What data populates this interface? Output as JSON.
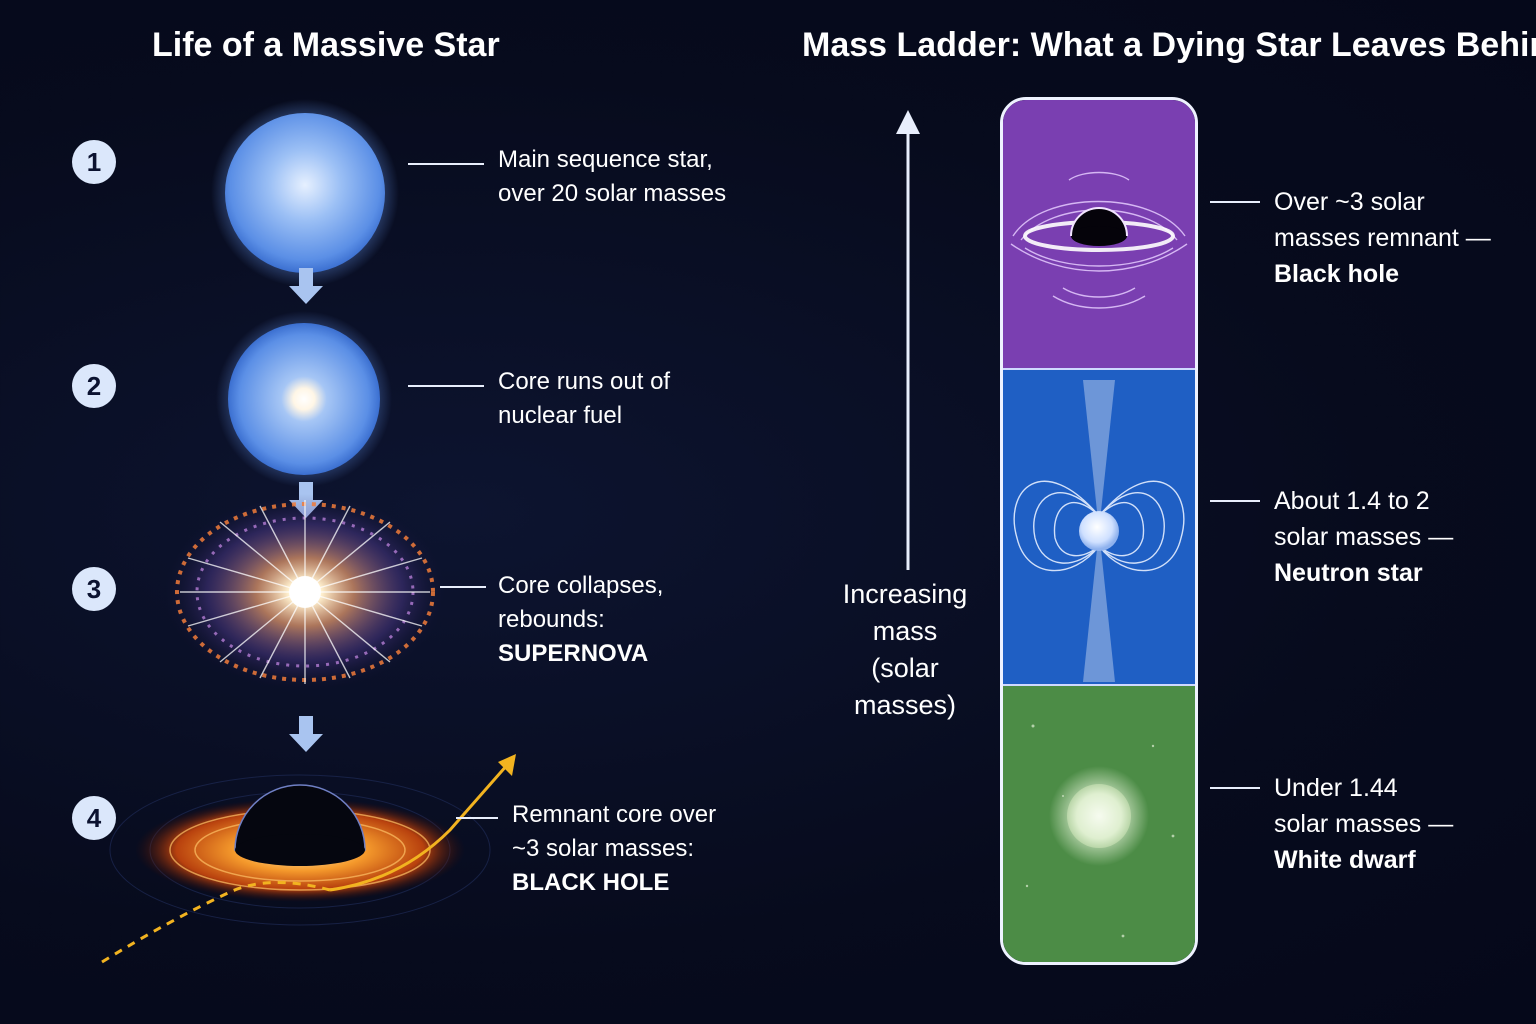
{
  "left_panel": {
    "title": "Life of a Massive Star",
    "stages": [
      {
        "number": "1",
        "lines": [
          "Main sequence star,",
          "over 20 solar masses"
        ],
        "emphasis": ""
      },
      {
        "number": "2",
        "lines": [
          "Core runs out of",
          "nuclear fuel"
        ],
        "emphasis": ""
      },
      {
        "number": "3",
        "lines": [
          "Core collapses,",
          "rebounds:"
        ],
        "emphasis": "SUPERNOVA"
      },
      {
        "number": "4",
        "lines": [
          "Remnant core over",
          "~3 solar masses:"
        ],
        "emphasis": "BLACK HOLE"
      }
    ]
  },
  "right_panel": {
    "title": "Mass Ladder: What a Dying Star Leaves Behind",
    "axis_label": [
      "Increasing",
      "mass",
      "(solar",
      "masses)"
    ],
    "rungs": [
      {
        "lines": [
          "Over ~3 solar",
          "masses remnant —"
        ],
        "name": "Black hole",
        "color": "#7a3fb1"
      },
      {
        "lines": [
          "About 1.4 to 2",
          "solar masses —"
        ],
        "name": "Neutron star",
        "color": "#1f5fc4"
      },
      {
        "lines": [
          "Under 1.44",
          "solar masses —"
        ],
        "name": "White dwarf",
        "color": "#4c8c46"
      }
    ]
  },
  "colors": {
    "background": "#070b1d",
    "badge": "#dbe7fb",
    "arrow": "#a9c4f0",
    "trajectory": "#f2b320"
  },
  "icons": [
    "down-arrow-icon",
    "up-arrow-icon",
    "trajectory-arrow-icon"
  ]
}
